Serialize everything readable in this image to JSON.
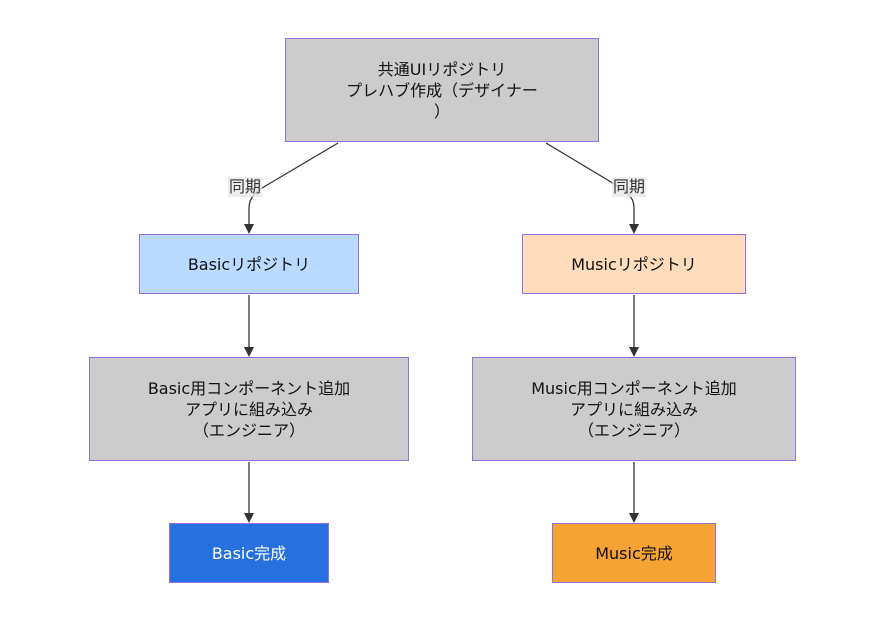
{
  "colors": {
    "process_fill": "#cccccc",
    "basic_repo_fill": "#bbdaff",
    "music_repo_fill": "#ffdcbc",
    "basic_done_fill": "#2670e0",
    "music_done_fill": "#f5a333",
    "border": "#9370db",
    "edge": "#333333"
  },
  "nodes": {
    "top": "共通UIリポジトリ\nプレハブ作成（デザイナー\n）",
    "basic_repo": "Basicリポジトリ",
    "music_repo": "Musicリポジトリ",
    "basic_add": "Basic用コンポーネント追加\nアプリに組み込み\n（エンジニア）",
    "music_add": "Music用コンポーネント追加\nアプリに組み込み\n（エンジニア）",
    "basic_done": "Basic完成",
    "music_done": "Music完成"
  },
  "edges": {
    "left_label": "同期",
    "right_label": "同期"
  }
}
